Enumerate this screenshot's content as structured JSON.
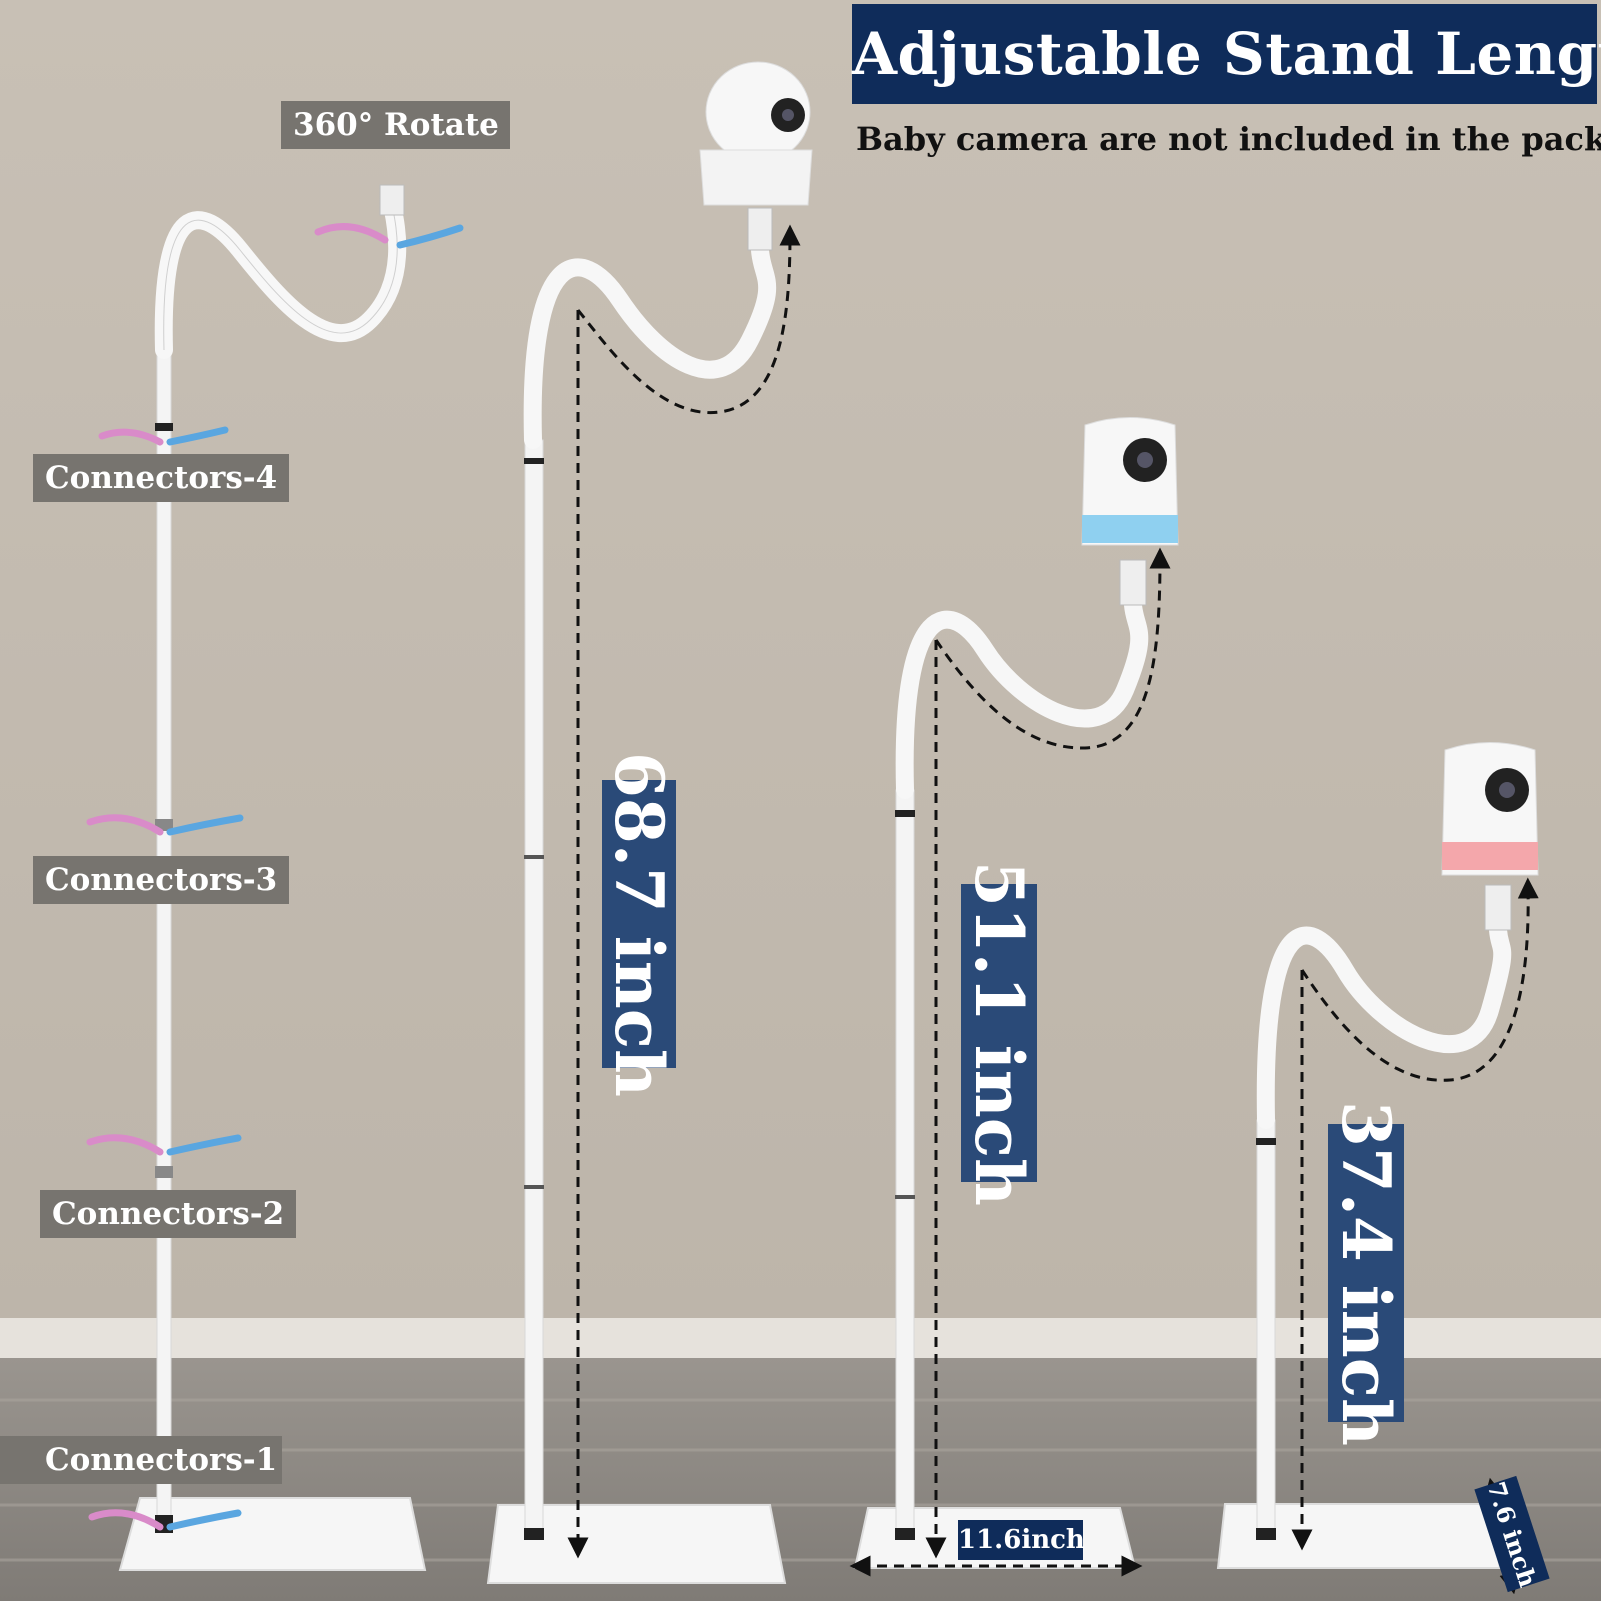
{
  "header": {
    "title": "Adjustable Stand Length",
    "subtitle": "Baby camera are not included in the package"
  },
  "callouts": {
    "rotate": "360° Rotate",
    "connector_4": "Connectors-4",
    "connector_3": "Connectors-3",
    "connector_2": "Connectors-2",
    "connector_1": "Connectors-1"
  },
  "dimensions": {
    "height_max": "68.7 inch",
    "height_mid": "51.1 inch",
    "height_min": "37.4 inch",
    "base_width": "11.6inch",
    "base_depth": "7.6 inch"
  },
  "colors": {
    "wall": "#c1b9ae",
    "floor": "#8f8b86",
    "navy": "#0f2c5a",
    "dimension_box": "#2a4a78",
    "tag_gray": "#77746f",
    "rotate_pink": "#d98bc9",
    "rotate_blue": "#5aa6e0"
  }
}
